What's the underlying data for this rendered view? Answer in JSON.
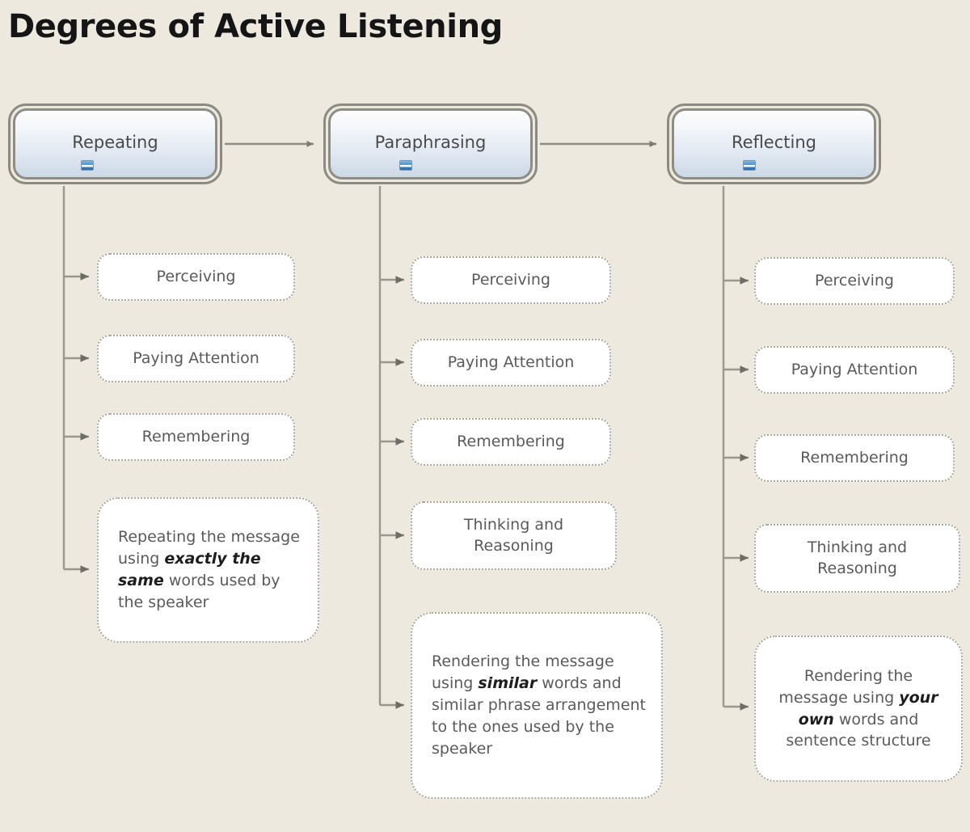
{
  "page": {
    "title": "Degrees of Active Listening",
    "background_color": "#ede9de",
    "node_text_color": "#5a5a5a",
    "root_border_color": "#8b8b84",
    "connector_color": "#9a978c",
    "accent_icon_color": "#3d7fbd"
  },
  "diagram": {
    "type": "flow-hierarchy",
    "columns": [
      {
        "id": "repeating",
        "root": {
          "label": "Repeating",
          "icon": "collapse-icon"
        },
        "children": [
          {
            "label": "Perceiving",
            "kind": "step"
          },
          {
            "label": "Paying Attention",
            "kind": "step"
          },
          {
            "label": "Remembering",
            "kind": "step"
          },
          {
            "kind": "description",
            "align": "left",
            "parts": [
              {
                "text": "Repeating the message using ",
                "emphasis": false
              },
              {
                "text": "exactly the same",
                "emphasis": true
              },
              {
                "text": " words used by the speaker",
                "emphasis": false
              }
            ],
            "plain": "Repeating the message using exactly the same words used by the speaker"
          }
        ]
      },
      {
        "id": "paraphrasing",
        "root": {
          "label": "Paraphrasing",
          "icon": "collapse-icon"
        },
        "children": [
          {
            "label": "Perceiving",
            "kind": "step"
          },
          {
            "label": "Paying Attention",
            "kind": "step"
          },
          {
            "label": "Remembering",
            "kind": "step"
          },
          {
            "label": "Thinking and Reasoning",
            "kind": "step"
          },
          {
            "kind": "description",
            "align": "left",
            "parts": [
              {
                "text": "Rendering the message using ",
                "emphasis": false
              },
              {
                "text": "similar",
                "emphasis": true
              },
              {
                "text": " words and similar phrase arrangement to the ones used by the speaker",
                "emphasis": false
              }
            ],
            "plain": "Rendering the message using similar words and similar phrase arrangement to the ones used by the speaker"
          }
        ]
      },
      {
        "id": "reflecting",
        "root": {
          "label": "Reflecting",
          "icon": "collapse-icon"
        },
        "children": [
          {
            "label": "Perceiving",
            "kind": "step"
          },
          {
            "label": "Paying Attention",
            "kind": "step"
          },
          {
            "label": "Remembering",
            "kind": "step"
          },
          {
            "label": "Thinking and Reasoning",
            "kind": "step"
          },
          {
            "kind": "description",
            "align": "center",
            "parts": [
              {
                "text": "Rendering the message using ",
                "emphasis": false
              },
              {
                "text": "your own",
                "emphasis": true
              },
              {
                "text": " words and sentence structure",
                "emphasis": false
              }
            ],
            "plain": "Rendering the message using your own words and sentence structure"
          }
        ]
      }
    ],
    "flow_arrows": [
      {
        "from": "Repeating",
        "to": "Paraphrasing"
      },
      {
        "from": "Paraphrasing",
        "to": "Reflecting"
      }
    ]
  }
}
